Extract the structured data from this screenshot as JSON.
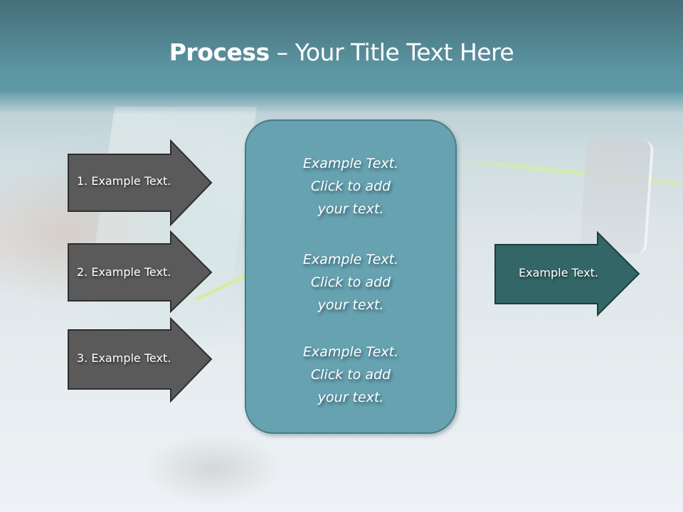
{
  "slide": {
    "title": {
      "bold": "Process",
      "rest": " – Your Title Text Here"
    },
    "colors": {
      "header": "#5b95a2",
      "left_arrow_fill": "#5a5a5a",
      "left_arrow_border": "#2e2e2e",
      "center_box_fill": "#67a2b1",
      "center_box_border": "#4a7b86",
      "right_arrow_fill": "#336666",
      "right_arrow_border": "#1f3d3d"
    },
    "left_arrows": [
      {
        "label": "1. Example Text."
      },
      {
        "label": "2. Example Text."
      },
      {
        "label": "3. Example Text."
      }
    ],
    "center_box": {
      "blocks": [
        {
          "line1": "Example Text.",
          "line2": "Click  to add",
          "line3": "your text."
        },
        {
          "line1": "Example Text.",
          "line2": "Click  to add",
          "line3": "your text."
        },
        {
          "line1": "Example Text.",
          "line2": "Click  to add",
          "line3": "your text."
        }
      ]
    },
    "right_arrow": {
      "label": "Example Text."
    }
  }
}
